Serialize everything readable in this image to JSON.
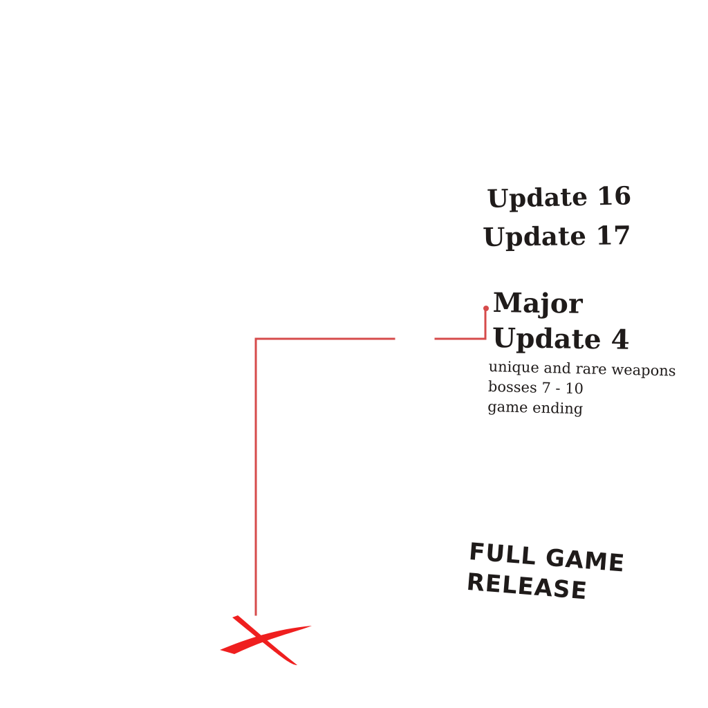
{
  "timeline": {
    "updates": [
      "Update 16",
      "Update 17"
    ],
    "current_update": {
      "title": "Major\nUpdate 4",
      "features": [
        "unique and rare weapons",
        "bosses 7 - 10",
        "game ending"
      ]
    },
    "final_milestone": "FULL GAME\nRELEASE"
  },
  "colors": {
    "path": "#d64b4b",
    "marker": "#ef1f1f",
    "text": "#1f1b1a"
  },
  "icons": {
    "route_end": "x-mark-icon",
    "connector": "dot-icon"
  }
}
